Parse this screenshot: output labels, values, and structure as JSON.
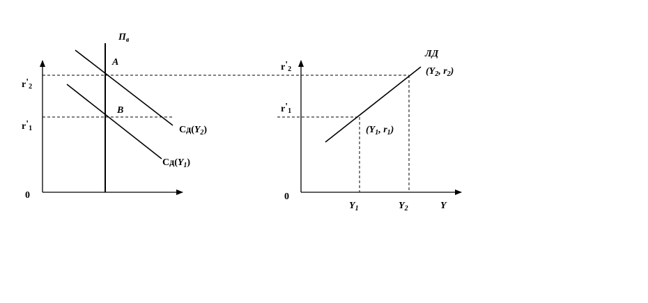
{
  "left_graph": {
    "origin": "0",
    "r2": {
      "main": "r",
      "prime": "'",
      "sub": "2"
    },
    "r1": {
      "main": "r",
      "prime": "'",
      "sub": "1"
    },
    "money_supply": {
      "main": "П",
      "sub": "в"
    },
    "point_a": "A",
    "point_b": "B",
    "demand_y2": {
      "main": "Сд(",
      "var": "Y",
      "sub": "2",
      "close": ")"
    },
    "demand_y1": {
      "main": "Сд(",
      "var": "Y",
      "sub": "1",
      "close": ")"
    }
  },
  "right_graph": {
    "origin": "0",
    "r2": {
      "main": "r",
      "prime": "'",
      "sub": "2"
    },
    "r1": {
      "main": "r",
      "prime": "'",
      "sub": "1"
    },
    "lm_label": "ЛД",
    "point_upper": {
      "open": "(Y",
      "sub1": "2",
      "mid": ", r",
      "sub2": "2",
      "close": ")"
    },
    "point_lower": {
      "open": "(Y",
      "sub1": "1",
      "mid": ", r",
      "sub2": "1",
      "close": ")"
    },
    "x_tick_1": {
      "main": "Y",
      "sub": "1"
    },
    "x_tick_2": {
      "main": "Y",
      "sub": "2"
    },
    "x_axis_label": "Y"
  }
}
